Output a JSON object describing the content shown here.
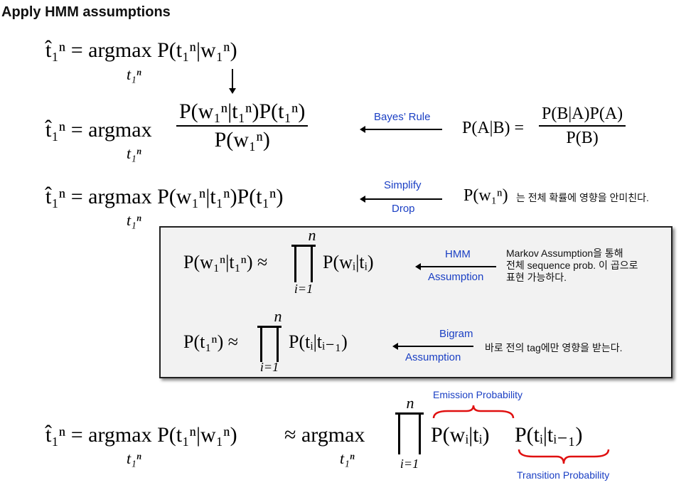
{
  "slide": {
    "title": "Apply HMM assumptions",
    "eq1": {
      "lhs": "t̂₁ⁿ = argmax P(t₁ⁿ|w₁ⁿ)",
      "sub": "t₁ⁿ"
    },
    "eq2": {
      "lhs": "t̂₁ⁿ = argmax",
      "numerator": "P(w₁ⁿ|t₁ⁿ)P(t₁ⁿ)",
      "denominator": "P(w₁ⁿ)",
      "sub": "t₁ⁿ",
      "arrow_label": "Bayes’ Rule",
      "rule_lhs": "P(A|B) =",
      "rule_num": "P(B|A)P(A)",
      "rule_den": "P(B)"
    },
    "eq3": {
      "lhs": "t̂₁ⁿ = argmax P(w₁ⁿ|t₁ⁿ)P(t₁ⁿ)",
      "sub": "t₁ⁿ",
      "arrow_label_top": "Simplify",
      "arrow_label_bottom": "Drop",
      "note_math": "P(w₁ⁿ)",
      "note_text": "는 전체 확률에 영향을 안미친다."
    },
    "box": {
      "row1": {
        "lhs": "P(w₁ⁿ|t₁ⁿ) ≈",
        "upper": "n",
        "lower": "i=1",
        "rhs": "P(wᵢ|tᵢ)",
        "arrow_label_top": "HMM",
        "arrow_label_bottom": "Assumption",
        "note_lines": [
          "Markov Assumption을 통해",
          "전체 sequence prob. 이 곱으로",
          "표현 가능하다."
        ]
      },
      "row2": {
        "lhs": "P(t₁ⁿ) ≈",
        "upper": "n",
        "lower": "i=1",
        "rhs": "P(tᵢ|tᵢ₋₁)",
        "arrow_label_top": "Bigram",
        "arrow_label_bottom": "Assumption",
        "note": "바로 전의 tag에만 영향을 받는다."
      }
    },
    "eq4": {
      "lhs": "t̂₁ⁿ = argmax P(t₁ⁿ|w₁ⁿ)",
      "sub1": "t₁ⁿ",
      "mid": "≈ argmax",
      "sub2": "t₁ⁿ",
      "upper": "n",
      "lower": "i=1",
      "term1": "P(wᵢ|tᵢ)",
      "term2": "P(tᵢ|tᵢ₋₁)",
      "emission_label": "Emission Probability",
      "transition_label": "Transition Probability"
    }
  }
}
